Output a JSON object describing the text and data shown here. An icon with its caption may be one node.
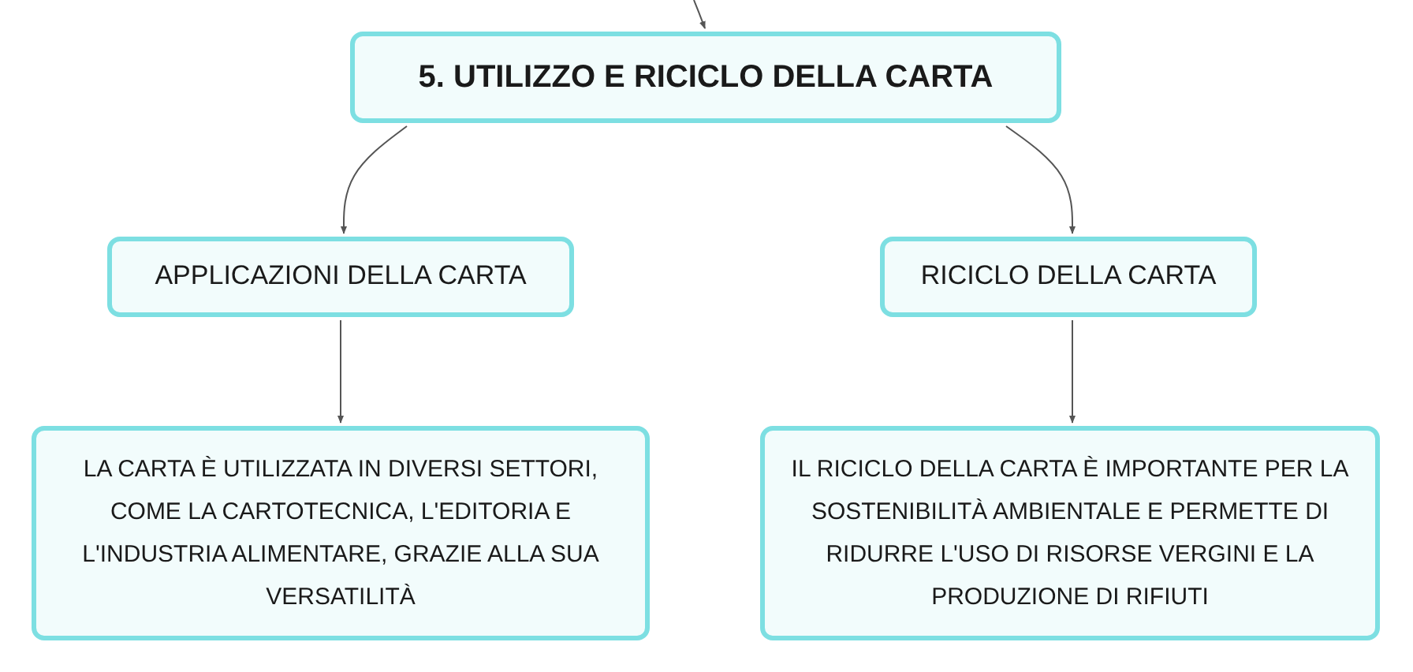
{
  "diagram": {
    "nodes": [
      {
        "text": [
          "5. UTILIZZO E RICICLO DELLA CARTA"
        ]
      },
      {
        "text": [
          "APPLICAZIONI DELLA CARTA"
        ]
      },
      {
        "text": [
          "RICICLO DELLA CARTA"
        ]
      },
      {
        "text": [
          "LA CARTA È UTILIZZATA IN DIVERSI SETTORI, COME LA CARTOTECNICA, L'EDITORIA E L'INDUSTRIA ALIMENTARE, GRAZIE ALLA SUA VERSATILITÀ"
        ]
      },
      {
        "text": [
          "IL RICICLO DELLA CARTA È IMPORTANTE PER LA SOSTENIBILITÀ AMBIENTALE E PERMETTE DI RIDURRE L'USO DI RISORSE VERGINI E LA PRODUZIONE DI RIFIUTI"
        ]
      }
    ],
    "edges": [
      {
        "from": null,
        "to": 0,
        "arrow": "to"
      },
      {
        "from": 0,
        "to": 1,
        "arrow": "to"
      },
      {
        "from": 0,
        "to": 2,
        "arrow": "to"
      },
      {
        "from": 1,
        "to": 3,
        "arrow": "to"
      },
      {
        "from": 2,
        "to": 4,
        "arrow": "to"
      }
    ]
  }
}
